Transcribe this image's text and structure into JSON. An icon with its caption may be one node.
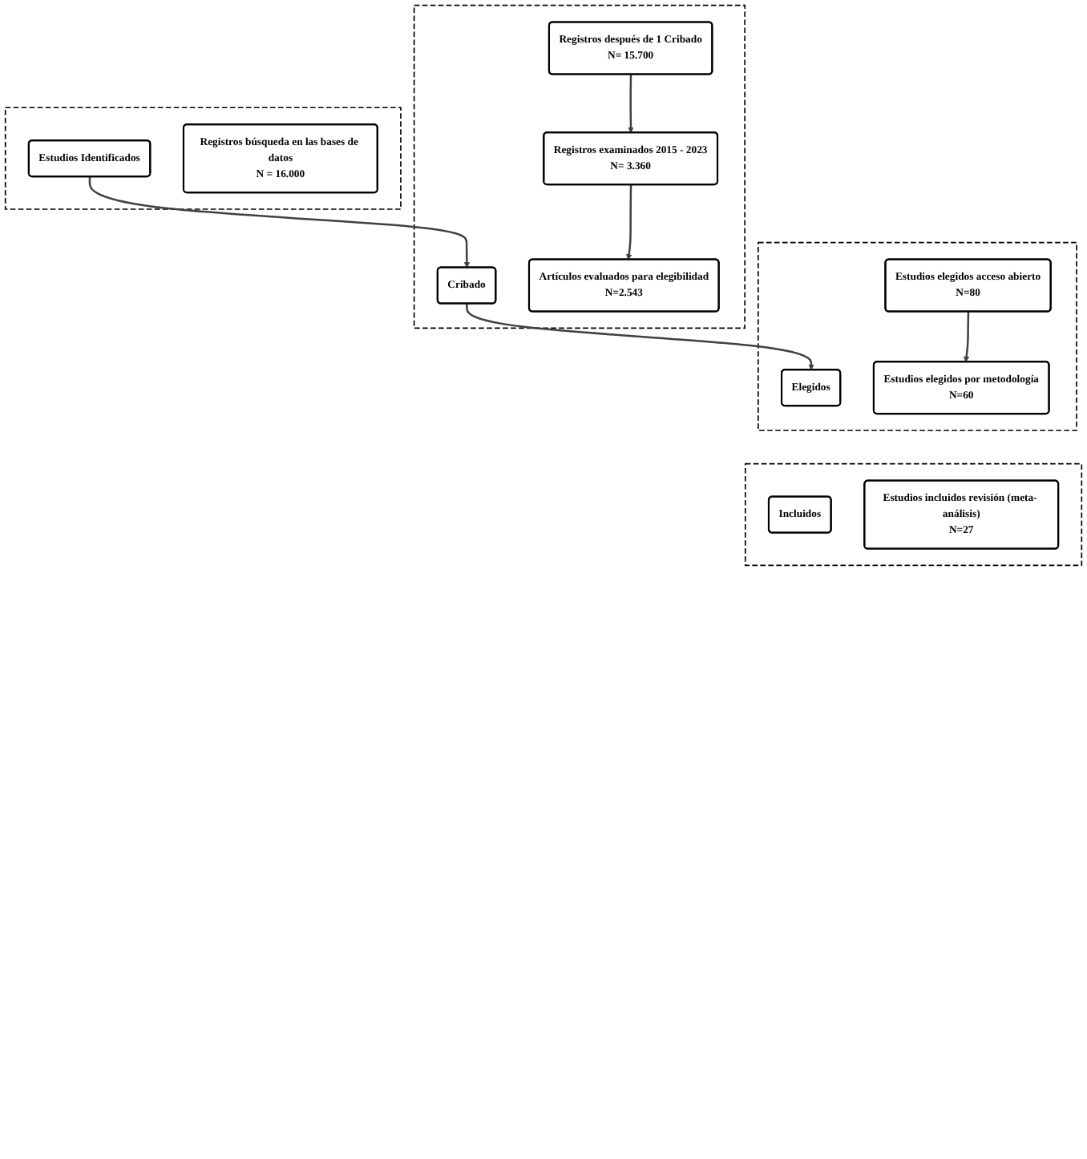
{
  "diagram": {
    "nodes": [
      {
        "text": [],
        "shape": "box"
      },
      {
        "text": [
          "Estudios Identificados"
        ],
        "in": 0
      },
      {
        "text": [
          "Registros búsqueda en las bases de datos",
          "N = 16.000"
        ],
        "in": 0
      },
      {
        "text": [],
        "shape": "box"
      },
      {
        "text": [
          "Cribado"
        ],
        "in": 3
      },
      {
        "text": [
          "Registros después de 1 Cribado",
          "N= 15.700"
        ],
        "in": 3
      },
      {
        "text": [
          "Registros examinados 2015 - 2023",
          "N= 3.360"
        ],
        "in": 3
      },
      {
        "text": [
          "Artículos evaluados para elegibilidad",
          "N=2.543"
        ],
        "in": 3
      },
      {
        "text": [],
        "shape": "box"
      },
      {
        "text": [
          "Elegidos"
        ],
        "in": 8
      },
      {
        "text": [
          "Estudios elegidos acceso abierto",
          "N=80"
        ],
        "in": 8
      },
      {
        "text": [
          "Estudios elegidos por metodología",
          "N=60"
        ],
        "in": 8
      },
      {
        "text": [],
        "shape": "box"
      },
      {
        "text": [
          "Incluidos"
        ],
        "in": 12
      },
      {
        "text": [
          "Estudios incluidos revisión (meta- análisis)",
          "N=27"
        ],
        "in": 12
      }
    ],
    "edges": [
      {
        "from": 1,
        "to": 4,
        "arrow": "to"
      },
      {
        "from": 5,
        "to": 6,
        "arrow": "to"
      },
      {
        "from": 6,
        "to": 7,
        "arrow": "to"
      },
      {
        "from": 4,
        "to": 9,
        "arrow": "to"
      },
      {
        "from": 10,
        "to": 11,
        "arrow": "to"
      }
    ]
  }
}
